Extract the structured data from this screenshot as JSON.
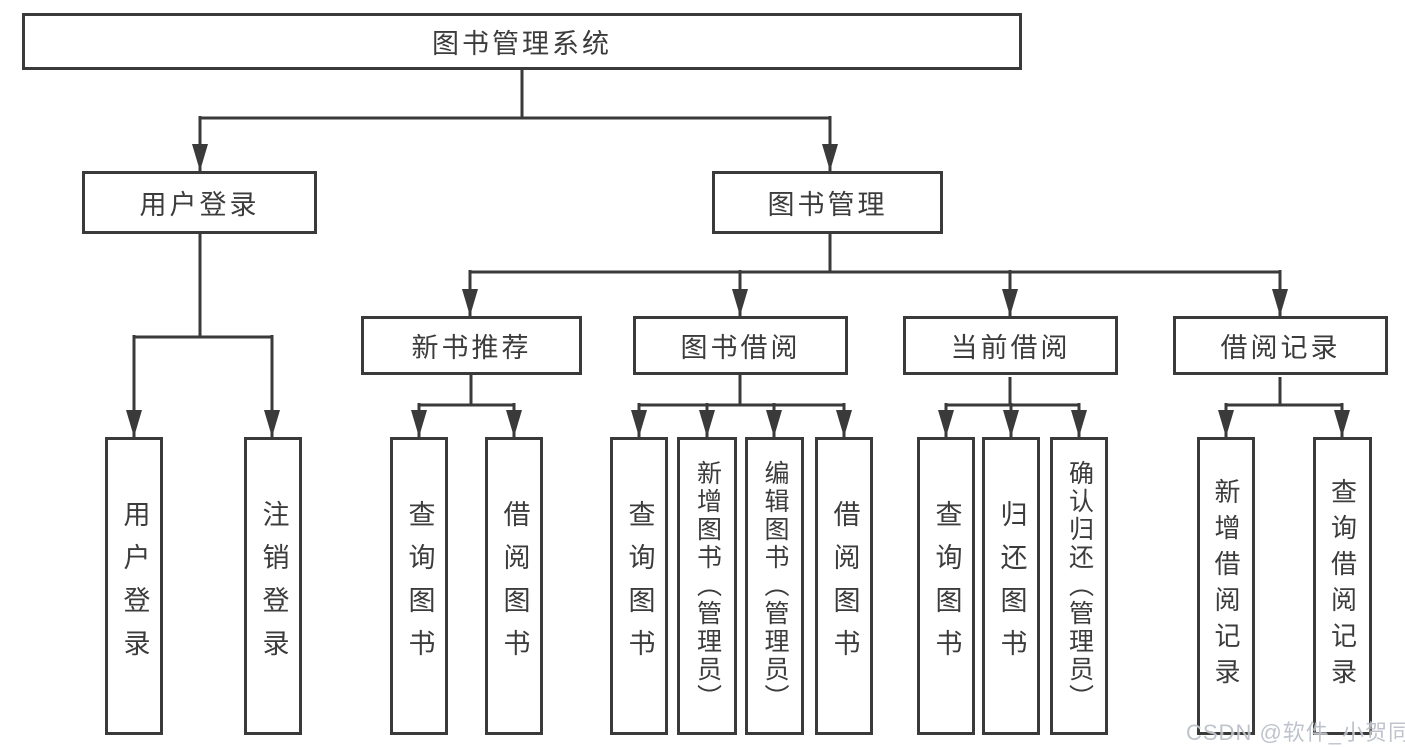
{
  "diagram": {
    "root": {
      "label": "图书管理系统"
    },
    "level1": [
      {
        "label": "用户登录"
      },
      {
        "label": "图书管理"
      }
    ],
    "level2": [
      {
        "label": "新书推荐"
      },
      {
        "label": "图书借阅"
      },
      {
        "label": "当前借阅"
      },
      {
        "label": "借阅记录"
      }
    ],
    "leaves": {
      "user": [
        "用户登录",
        "注销登录"
      ],
      "newbook": [
        "查询图书",
        "借阅图书"
      ],
      "borrow": [
        "查询图书",
        "新增图书（管理员）",
        "编辑图书（管理员）",
        "借阅图书"
      ],
      "current": [
        "查询图书",
        "归还图书",
        "确认归还（管理员）"
      ],
      "records": [
        "新增借阅记录",
        "查询借阅记录"
      ]
    },
    "colors": {
      "line": "#3a3a3a",
      "text": "#3c3c3c",
      "background": "#ffffff",
      "watermark": "#babfc8"
    }
  },
  "watermark": {
    "text": "CSDN @软件_小贺同学"
  }
}
